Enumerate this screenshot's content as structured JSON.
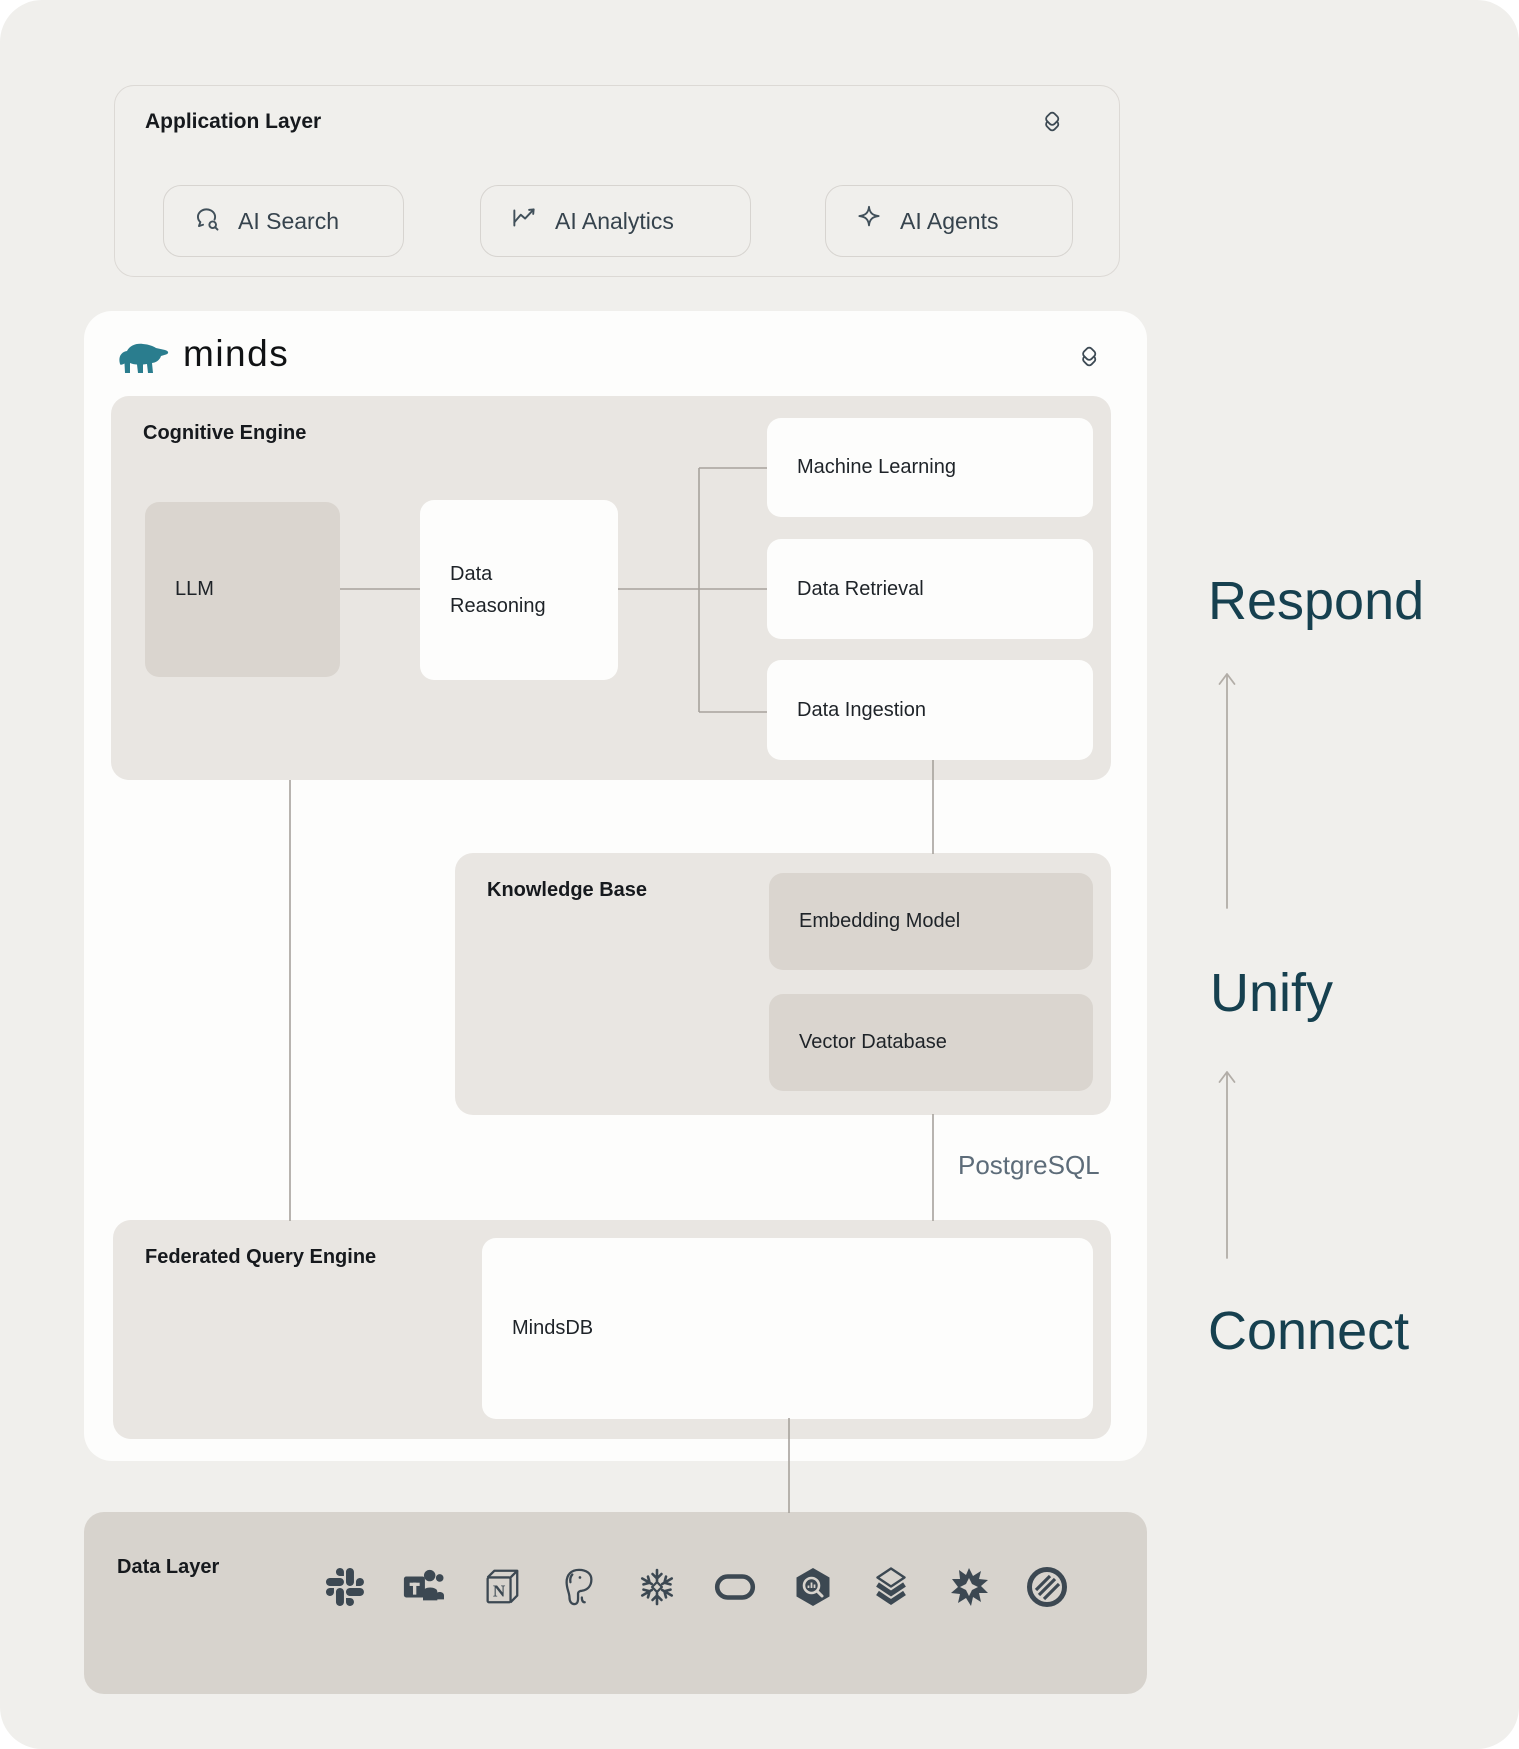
{
  "application_layer": {
    "title": "Application Layer",
    "corner_icon": "layers-icon",
    "items": [
      {
        "icon": "chat-search-icon",
        "label": "AI Search"
      },
      {
        "icon": "line-chart-icon",
        "label": "AI Analytics"
      },
      {
        "icon": "sparkle-icon",
        "label": "AI Agents"
      }
    ]
  },
  "minds_card": {
    "logo": {
      "icon": "bear-icon",
      "text": "minds",
      "color": "#2a7d8e"
    },
    "corner_icon": "layers-icon",
    "cognitive_engine": {
      "title": "Cognitive Engine",
      "llm": "LLM",
      "reasoning": "Data Reasoning",
      "outputs": [
        "Machine Learning",
        "Data Retrieval",
        "Data Ingestion"
      ]
    },
    "knowledge_base": {
      "title": "Knowledge Base",
      "items": [
        "Embedding Model",
        "Vector Database"
      ]
    },
    "database_label": "PostgreSQL",
    "federated_query_engine": {
      "title": "Federated Query Engine",
      "engine": "MindsDB"
    }
  },
  "data_layer": {
    "title": "Data Layer",
    "icons": [
      "slack-icon",
      "microsoft-teams-icon",
      "notion-icon",
      "postgresql-icon",
      "snowflake-icon",
      "oracle-icon",
      "bigquery-icon",
      "layer-stack-icon",
      "starburst-icon",
      "striped-circle-icon"
    ]
  },
  "flow": {
    "labels": [
      "Respond",
      "Unify",
      "Connect"
    ]
  },
  "colors": {
    "accent_teal": "#2a7d8e",
    "flow_text": "#16404f",
    "connector_line": "#a7a29c",
    "icon_slate": "#3c4852",
    "postgres_text": "#5d6c79"
  }
}
